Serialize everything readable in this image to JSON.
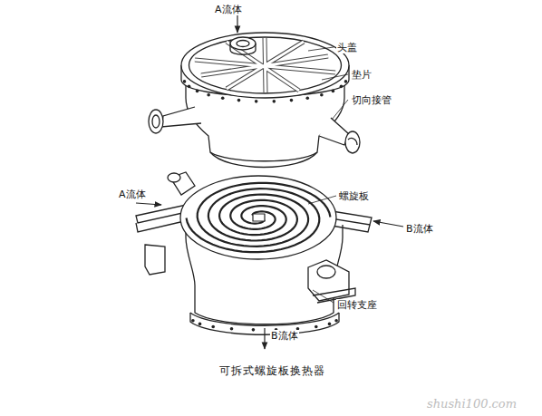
{
  "diagram": {
    "caption": "可拆式螺旋板换热器",
    "labels": [
      "A流体",
      "头盖",
      "垫片",
      "切向接管",
      "A流体",
      "螺旋板",
      "B流体",
      "回转支座",
      "B流体",
      "shushi100.com"
    ]
  }
}
